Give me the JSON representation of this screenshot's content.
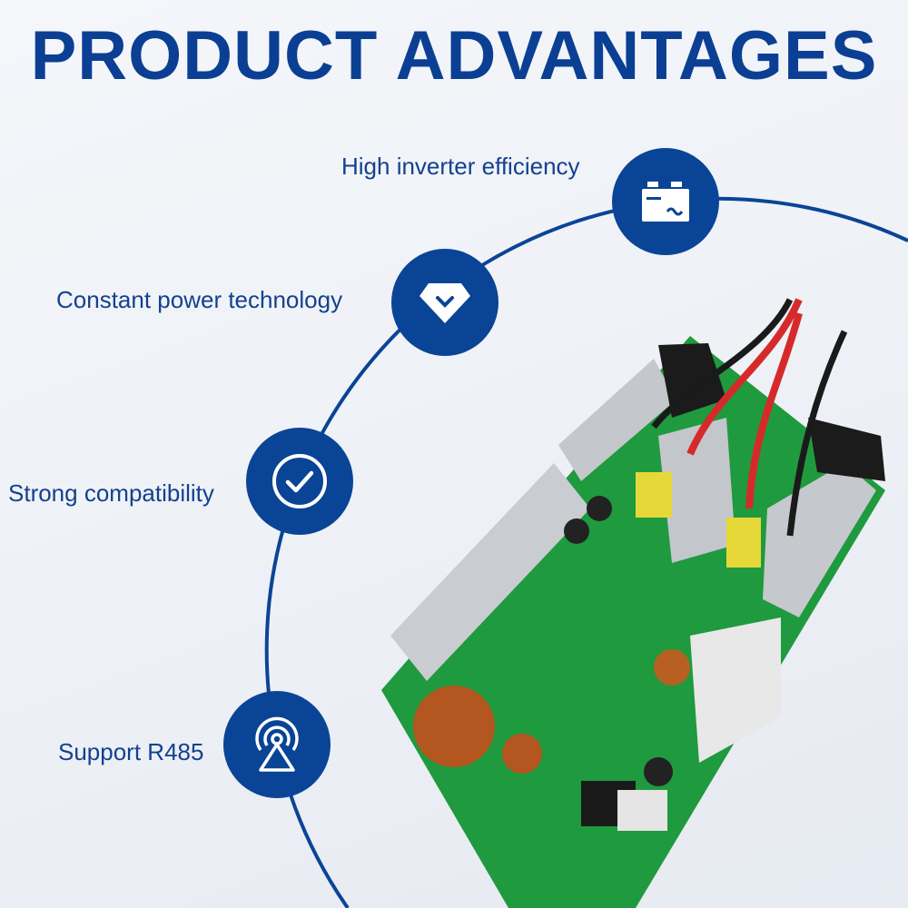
{
  "title": "PRODUCT ADVANTAGES",
  "features": [
    {
      "label": "High inverter efficiency",
      "icon": "battery-icon"
    },
    {
      "label": "Constant power technology",
      "icon": "diamond-icon"
    },
    {
      "label": "Strong compatibility",
      "icon": "check-circle-icon"
    },
    {
      "label": "Support R485",
      "icon": "antenna-icon"
    }
  ],
  "colors": {
    "brand": "#0a4496",
    "text": "#13418f",
    "board": "#1f9a3e"
  }
}
